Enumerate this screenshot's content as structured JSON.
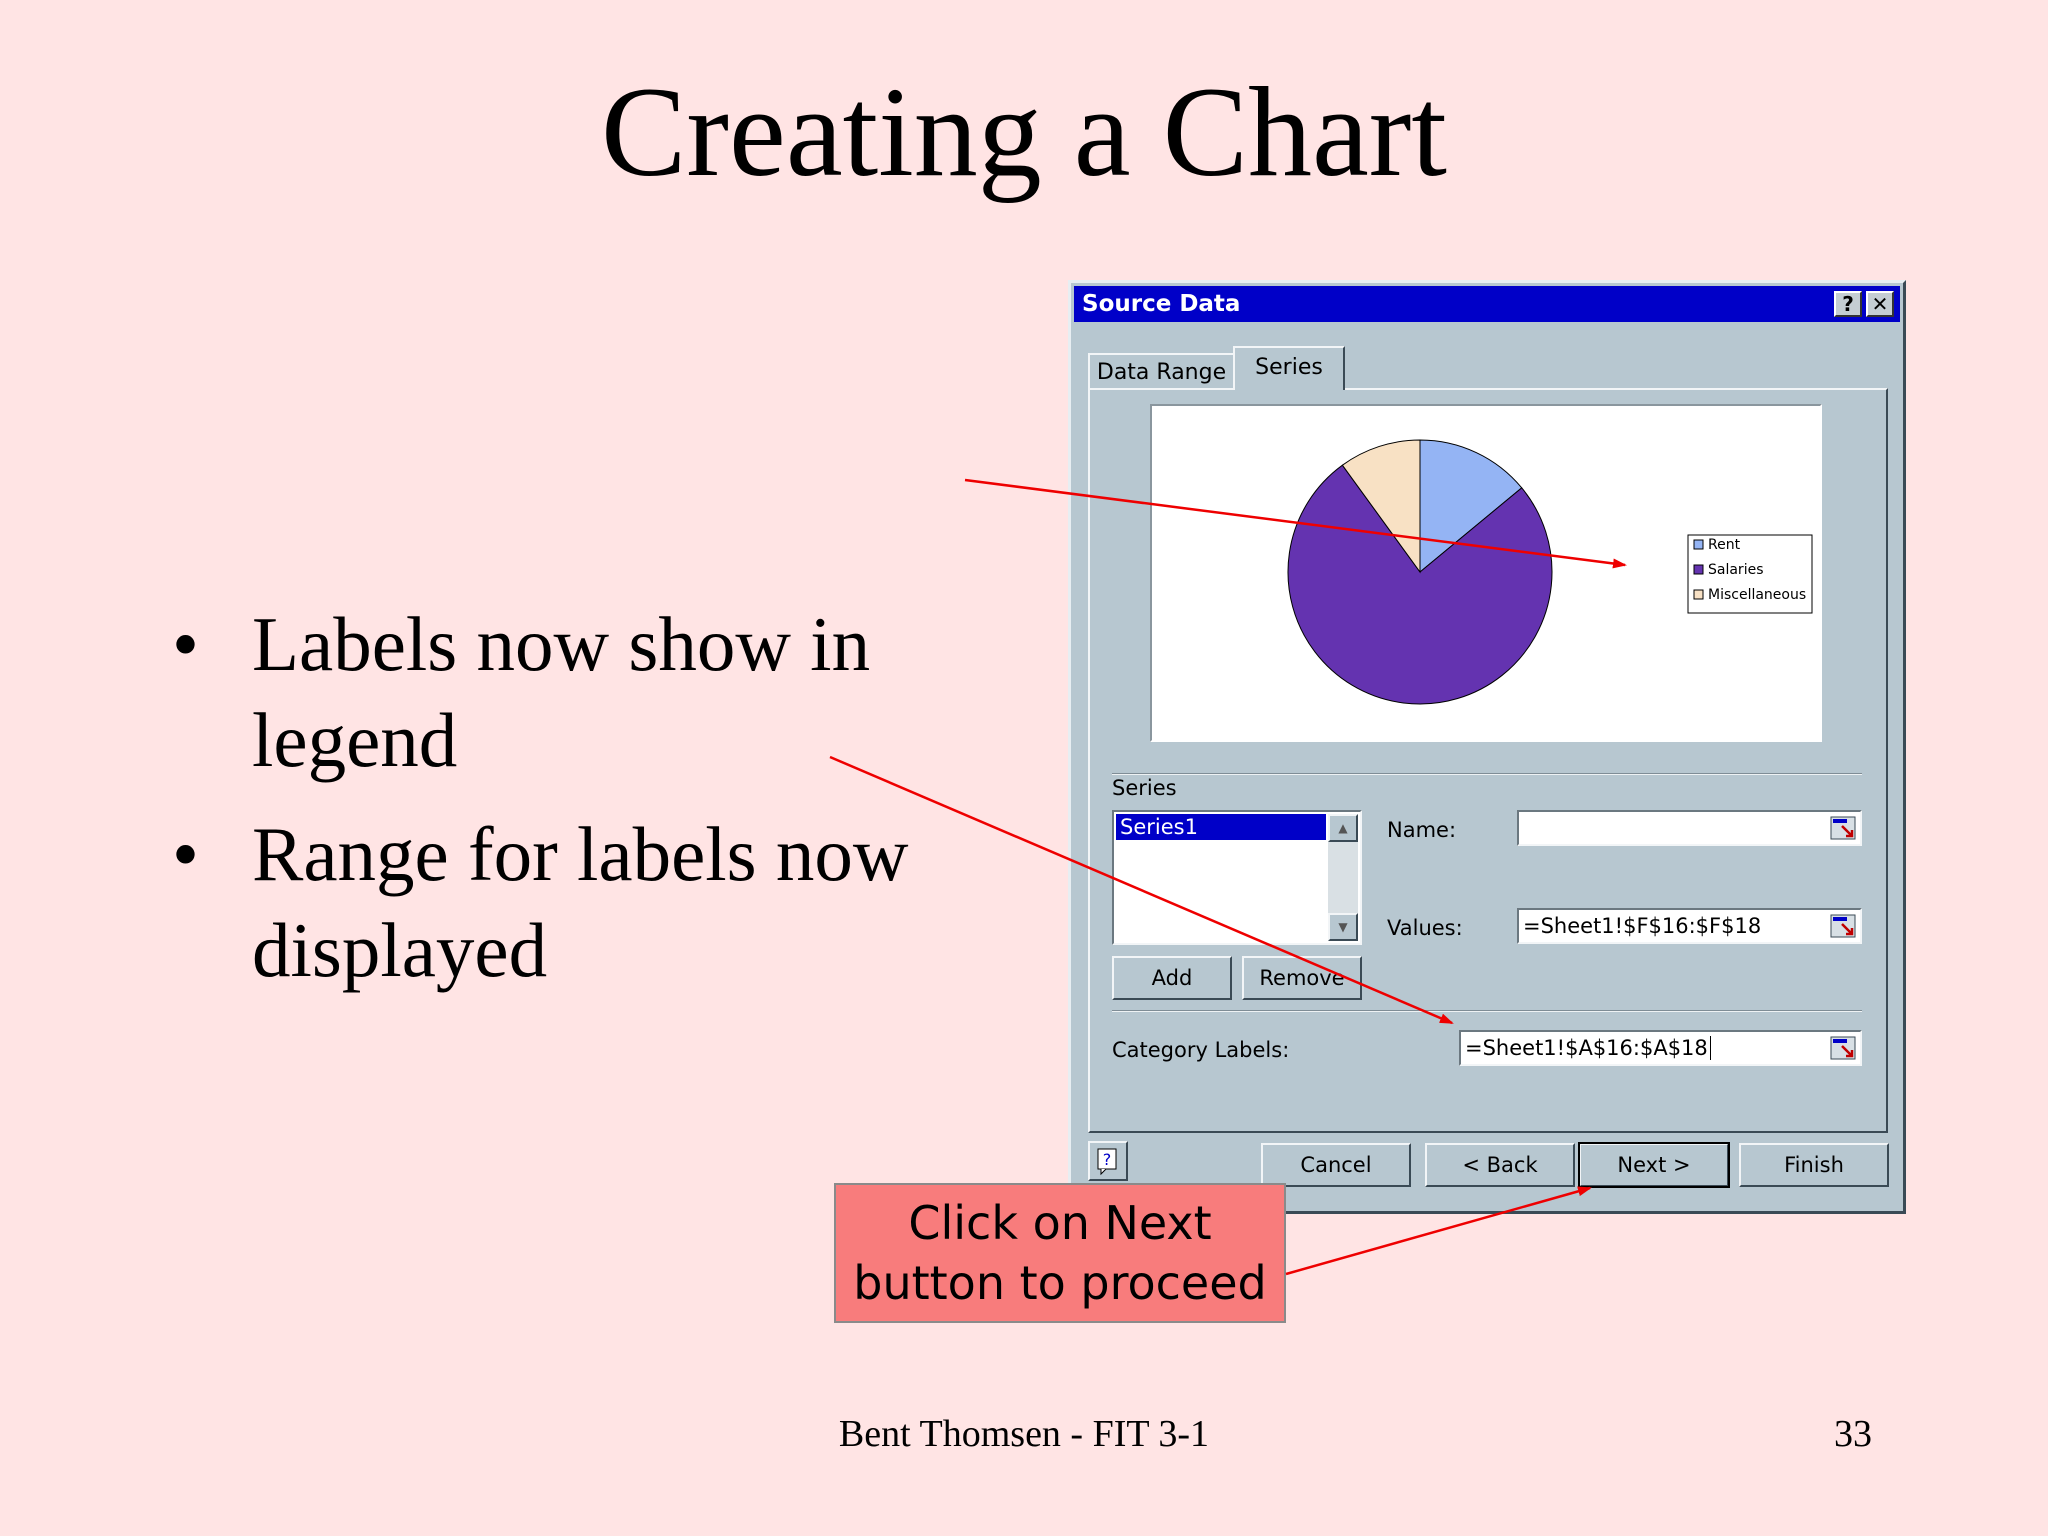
{
  "slide": {
    "title": "Creating a Chart",
    "bullets": [
      {
        "bullet": "•",
        "text": "Labels now show in legend"
      },
      {
        "bullet": "•",
        "text": "Range for labels now displayed"
      }
    ],
    "footer": "Bent Thomsen - FIT 3-1",
    "page_number": "33"
  },
  "dialog": {
    "title": "Source Data",
    "help_glyph": "?",
    "close_glyph": "✕",
    "tabs": [
      {
        "label": "Data Range"
      },
      {
        "label": "Series"
      }
    ],
    "active_tab": "Series",
    "legend": [
      "Rent",
      "Salaries",
      "Miscellaneous"
    ],
    "series_group_label": "Series",
    "series_list": [
      "Series1"
    ],
    "name_label": "Name:",
    "name_value": "",
    "values_label": "Values:",
    "values_value": "=Sheet1!$F$16:$F$18",
    "add_label": "Add",
    "remove_label": "Remove",
    "category_labels_label": "Category Labels:",
    "category_labels_value": "=Sheet1!$A$16:$A$18",
    "buttons": {
      "cancel": "Cancel",
      "back": "< Back",
      "next": "Next >",
      "finish": "Finish"
    },
    "colors": {
      "titlebar": "#0000c8",
      "dialog_bg": "#b7c7d0"
    }
  },
  "callout": {
    "line1": "Click on Next",
    "line2": "button to proceed",
    "color": "#f87c7c"
  },
  "chart_data": {
    "type": "pie",
    "categories": [
      "Rent",
      "Salaries",
      "Miscellaneous"
    ],
    "values": [
      14,
      76,
      10
    ],
    "colors": [
      "#94b4f4",
      "#6433b0",
      "#f8e1c4"
    ],
    "legend_position": "right"
  }
}
